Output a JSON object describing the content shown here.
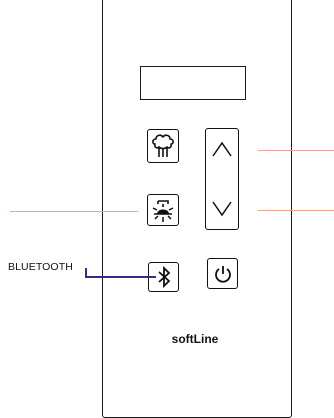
{
  "device": {
    "brand": "softLine",
    "callout_label": "BLUETOOTH"
  },
  "buttons": [
    {
      "name": "steam",
      "icon": "steam-cloud-icon"
    },
    {
      "name": "light",
      "icon": "light-bulb-icon"
    },
    {
      "name": "bluetooth",
      "icon": "bluetooth-icon"
    },
    {
      "name": "up",
      "icon": "chevron-up-icon"
    },
    {
      "name": "down",
      "icon": "chevron-down-icon"
    },
    {
      "name": "power",
      "icon": "power-icon"
    }
  ],
  "colors": {
    "outline": "#111111",
    "leader_line": "#e9a98f",
    "bluetooth_leader": "#2f2f86"
  }
}
